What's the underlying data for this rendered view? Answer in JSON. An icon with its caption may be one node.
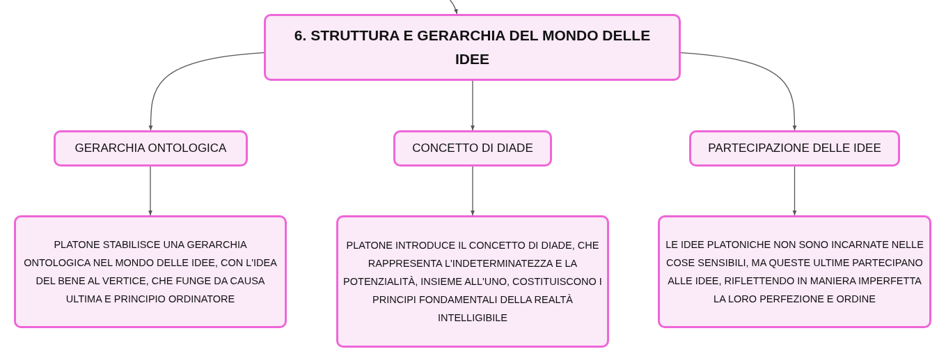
{
  "diagram": {
    "nodes": [
      {
        "text": [
          "6. STRUTTURA E GERARCHIA DEL MONDO DELLE IDEE"
        ]
      },
      {
        "text": [
          "GERARCHIA ONTOLOGICA"
        ]
      },
      {
        "text": [
          "CONCETTO DI DIADE"
        ]
      },
      {
        "text": [
          "PARTECIPAZIONE DELLE IDEE"
        ]
      },
      {
        "text": [
          "PLATONE STABILISCE UNA GERARCHIA ONTOLOGICA NEL MONDO DELLE IDEE, CON L'IDEA DEL BENE AL VERTICE, CHE FUNGE DA CAUSA ULTIMA E PRINCIPIO ORDINATORE"
        ]
      },
      {
        "text": [
          "PLATONE INTRODUCE IL CONCETTO DI DIADE, CHE RAPPRESENTA L'INDETERMINATEZZA E LA POTENZIALITÀ, INSIEME ALL'UNO, COSTITUISCONO I PRINCIPI FONDAMENTALI DELLA REALTÀ INTELLIGIBILE"
        ]
      },
      {
        "text": [
          "LE IDEE PLATONICHE NON SONO INCARNATE NELLE COSE SENSIBILI, MA QUESTE ULTIME PARTECIPANO ALLE IDEE, RIFLETTENDO IN MANIERA IMPERFETTA LA LORO PERFEZIONE E ORDINE"
        ]
      }
    ],
    "edges": [
      {
        "from": null,
        "to": 0,
        "arrow": "to"
      },
      {
        "from": 0,
        "to": 1,
        "arrow": "to"
      },
      {
        "from": 0,
        "to": 2,
        "arrow": "to"
      },
      {
        "from": 0,
        "to": 3,
        "arrow": "to"
      },
      {
        "from": 1,
        "to": 4,
        "arrow": "to"
      },
      {
        "from": 2,
        "to": 5,
        "arrow": "to"
      },
      {
        "from": 3,
        "to": 6,
        "arrow": "to"
      }
    ]
  }
}
